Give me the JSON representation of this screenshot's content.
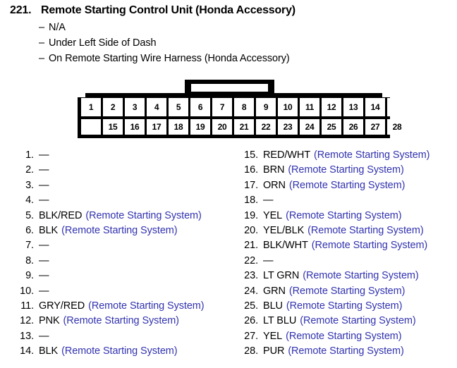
{
  "header": {
    "number": "221.",
    "title": "Remote Starting Control Unit (Honda Accessory)",
    "sub_lines": [
      "N/A",
      "Under Left Side of Dash",
      "On Remote Starting Wire Harness (Honda Accessory)"
    ],
    "dash": "–"
  },
  "connector": {
    "top_row": [
      "1",
      "2",
      "3",
      "4",
      "5",
      "6",
      "7",
      "8",
      "9",
      "10",
      "11",
      "12",
      "13",
      "14"
    ],
    "bottom_row": [
      "15",
      "16",
      "17",
      "18",
      "19",
      "20",
      "21",
      "22",
      "23",
      "24",
      "25",
      "26",
      "27",
      "28"
    ]
  },
  "colors": {
    "system_text": "#3333b0",
    "body": "#000000",
    "background": "#ffffff"
  },
  "pins": {
    "empty_mark": "—",
    "system_label": "(Remote Starting System)",
    "left": [
      {
        "num": "1.",
        "wire": "—",
        "system": ""
      },
      {
        "num": "2.",
        "wire": "—",
        "system": ""
      },
      {
        "num": "3.",
        "wire": "—",
        "system": ""
      },
      {
        "num": "4.",
        "wire": "—",
        "system": ""
      },
      {
        "num": "5.",
        "wire": "BLK/RED",
        "system": "(Remote Starting System)"
      },
      {
        "num": "6.",
        "wire": "BLK",
        "system": "(Remote Starting System)"
      },
      {
        "num": "7.",
        "wire": "—",
        "system": ""
      },
      {
        "num": "8.",
        "wire": "—",
        "system": ""
      },
      {
        "num": "9.",
        "wire": "—",
        "system": ""
      },
      {
        "num": "10.",
        "wire": "—",
        "system": ""
      },
      {
        "num": "11.",
        "wire": "GRY/RED",
        "system": "(Remote Starting System)"
      },
      {
        "num": "12.",
        "wire": "PNK",
        "system": "(Remote Starting System)"
      },
      {
        "num": "13.",
        "wire": "—",
        "system": ""
      },
      {
        "num": "14.",
        "wire": "BLK",
        "system": "(Remote Starting System)"
      }
    ],
    "right": [
      {
        "num": "15.",
        "wire": "RED/WHT",
        "system": "(Remote Starting System)"
      },
      {
        "num": "16.",
        "wire": "BRN",
        "system": "(Remote Starting System)"
      },
      {
        "num": "17.",
        "wire": "ORN",
        "system": "(Remote Starting System)"
      },
      {
        "num": "18.",
        "wire": "—",
        "system": ""
      },
      {
        "num": "19.",
        "wire": "YEL",
        "system": "(Remote Starting System)"
      },
      {
        "num": "20.",
        "wire": "YEL/BLK",
        "system": "(Remote Starting System)"
      },
      {
        "num": "21.",
        "wire": "BLK/WHT",
        "system": "(Remote Starting System)"
      },
      {
        "num": "22.",
        "wire": "—",
        "system": ""
      },
      {
        "num": "23.",
        "wire": "LT GRN",
        "system": "(Remote Starting System)"
      },
      {
        "num": "24.",
        "wire": "GRN",
        "system": "(Remote Starting System)"
      },
      {
        "num": "25.",
        "wire": "BLU",
        "system": "(Remote Starting System)"
      },
      {
        "num": "26.",
        "wire": "LT BLU",
        "system": "(Remote Starting System)"
      },
      {
        "num": "27.",
        "wire": "YEL",
        "system": "(Remote Starting System)"
      },
      {
        "num": "28.",
        "wire": "PUR",
        "system": "(Remote Starting System)"
      }
    ]
  }
}
